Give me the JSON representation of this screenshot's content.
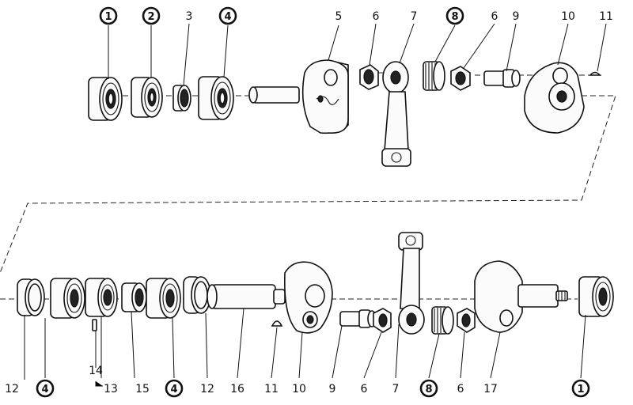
{
  "callouts_top": [
    {
      "text": "1",
      "circled": true
    },
    {
      "text": "2",
      "circled": true
    },
    {
      "text": "3",
      "circled": false
    },
    {
      "text": "4",
      "circled": true
    },
    {
      "text": "5",
      "circled": false
    },
    {
      "text": "6",
      "circled": false
    },
    {
      "text": "7",
      "circled": false
    },
    {
      "text": "8",
      "circled": true
    },
    {
      "text": "6",
      "circled": false
    },
    {
      "text": "9",
      "circled": false
    },
    {
      "text": "10",
      "circled": false
    },
    {
      "text": "11",
      "circled": false
    }
  ],
  "callouts_bottom": [
    {
      "text": "12",
      "circled": false
    },
    {
      "text": "4",
      "circled": true
    },
    {
      "text": "13",
      "circled": false
    },
    {
      "text": "14",
      "circled": false
    },
    {
      "text": "15",
      "circled": false
    },
    {
      "text": "4",
      "circled": true
    },
    {
      "text": "12",
      "circled": false
    },
    {
      "text": "16",
      "circled": false
    },
    {
      "text": "11",
      "circled": false
    },
    {
      "text": "10",
      "circled": false
    },
    {
      "text": "9",
      "circled": false
    },
    {
      "text": "6",
      "circled": false
    },
    {
      "text": "7",
      "circled": false
    },
    {
      "text": "8",
      "circled": true
    },
    {
      "text": "6",
      "circled": false
    },
    {
      "text": "17",
      "circled": false
    },
    {
      "text": "1",
      "circled": true
    }
  ],
  "colors": {
    "ink": "#111111",
    "paper": "#ffffff"
  }
}
